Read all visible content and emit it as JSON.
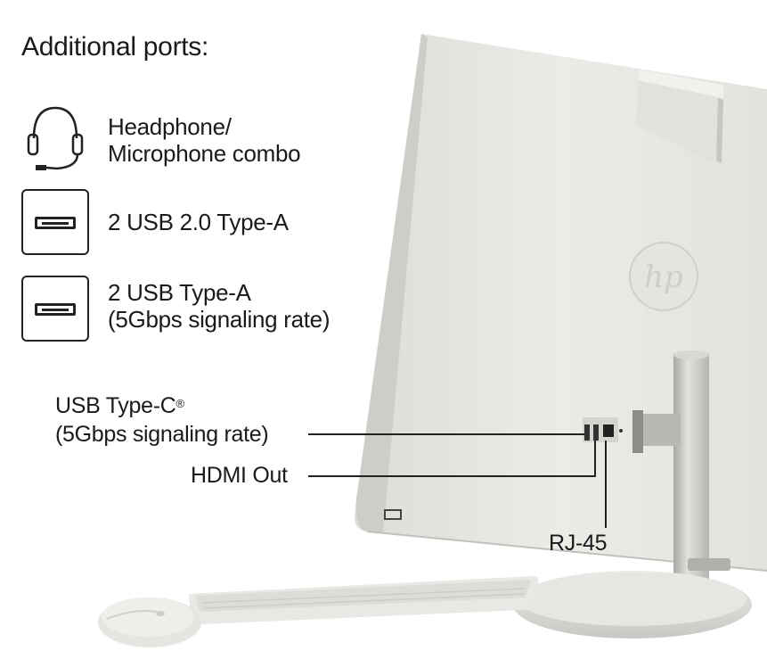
{
  "heading": "Additional ports:",
  "ports": [
    {
      "icon": "headset-icon",
      "line1": "Headphone/",
      "line2": "Microphone combo"
    },
    {
      "icon": "usb-a-port-icon",
      "line1": "2 USB 2.0 Type-A",
      "line2": ""
    },
    {
      "icon": "usb-a-port-icon",
      "line1": "2 USB Type-A",
      "line2": "(5Gbps signaling rate)"
    }
  ],
  "callouts": {
    "usbc_line1": "USB Type-C",
    "usbc_reg": "®",
    "usbc_line2": "(5Gbps signaling rate)",
    "hdmi": "HDMI Out",
    "rj45": "RJ-45"
  },
  "brand_logo": "hp"
}
